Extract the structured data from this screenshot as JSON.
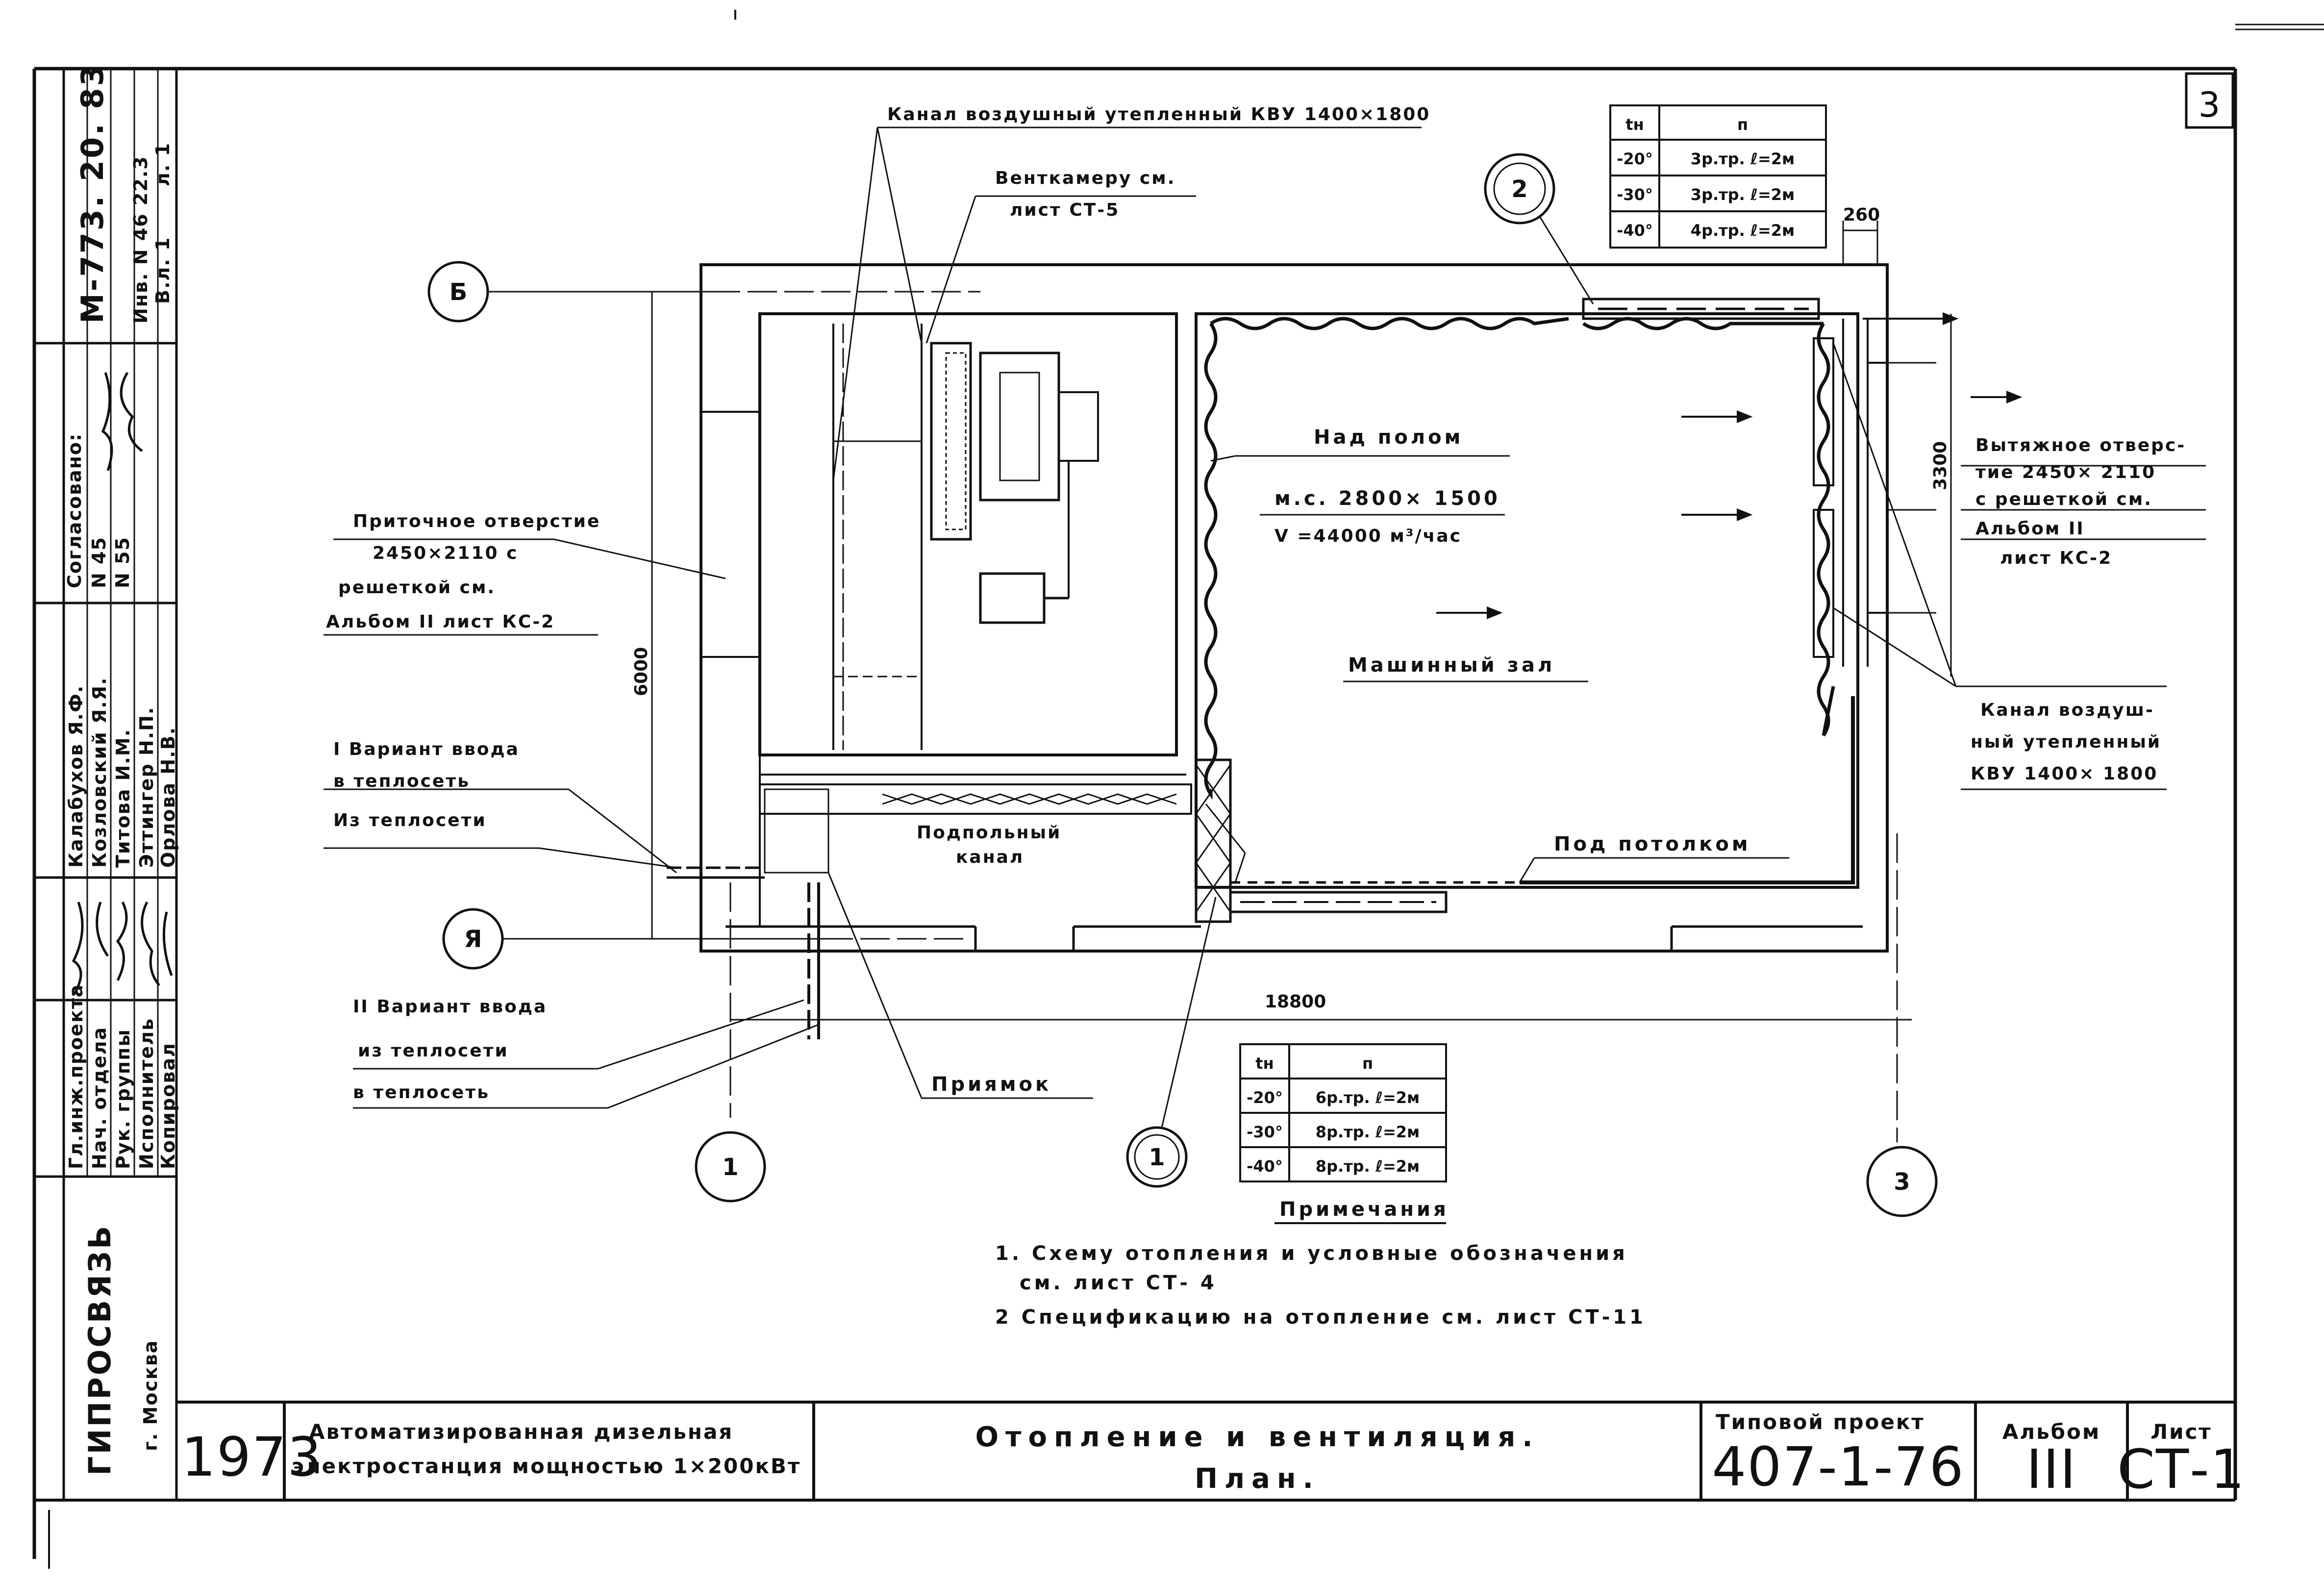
{
  "sheet_number": "3",
  "side_stamp": {
    "code": "М-773. 20. 83",
    "inv": "Инв. N 46 22.3",
    "sheet_ref": "л. 1",
    "vl": "В.л. 1",
    "agreed": "Согласовано:",
    "n45": "N 45",
    "n55": "N 55",
    "roles": [
      "Гл.инж.проекта",
      "Нач. отдела",
      "Рук. группы",
      "Исполнитель",
      "Копировал"
    ],
    "names": [
      "Калабухов Я.Ф.",
      "Козловский Я.Я.",
      "Титова И.М.",
      "Эттингер Н.П.",
      "Орлова Н.В."
    ],
    "org": "ГИПРОСВЯЗЬ",
    "city": "г. Москва"
  },
  "labels": {
    "duct_top": "Канал воздушный утепленный КВУ 1400×1800",
    "ventchamber_1": "Венткамеру см.",
    "ventchamber_2": "лист СТ-5",
    "above_floor": "Над полом",
    "mc": "м.с. 2800× 1500",
    "flow": "V =44000 м³/час",
    "machine_hall": "Машинный зал",
    "supply_1": "Приточное отверстие",
    "supply_2": "2450×2110 с",
    "supply_3": "решеткой см.",
    "supply_4": "Альбом II лист КС-2",
    "exhaust_1": "Вытяжное отверс-",
    "exhaust_2": "тие 2450× 2110",
    "exhaust_3": "с решеткой см.",
    "exhaust_4": "Альбом II",
    "exhaust_5": "лист КС-2",
    "duct_right_1": "Канал воздуш-",
    "duct_right_2": "ный утепленный",
    "duct_right_3": "КВУ 1400× 1800",
    "var1_a": "I Вариант ввода",
    "var1_b": "в теплосеть",
    "var1_c": "Из теплосети",
    "var2_a": "II Вариант ввода",
    "var2_b": "из теплосети",
    "var2_c": "в теплосеть",
    "underfloor_1": "Подпольный",
    "underfloor_2": "канал",
    "under_ceiling": "Под потолком",
    "pit": "Приямок"
  },
  "dimensions": {
    "d6000": "6000",
    "d18800": "18800",
    "d3300": "3300",
    "d260": "260"
  },
  "axes": [
    "Б",
    "Я",
    "1",
    "3"
  ],
  "callouts": [
    "2",
    "1"
  ],
  "table_top": {
    "header": [
      "tн",
      "п"
    ],
    "rows": [
      [
        "-20°",
        "3р.тр. ℓ=2м"
      ],
      [
        "-30°",
        "3р.тр. ℓ=2м"
      ],
      [
        "-40°",
        "4р.тр. ℓ=2м"
      ]
    ]
  },
  "table_bottom": {
    "header": [
      "tн",
      "п"
    ],
    "rows": [
      [
        "-20°",
        "6р.тр. ℓ=2м"
      ],
      [
        "-30°",
        "8р.тр. ℓ=2м"
      ],
      [
        "-40°",
        "8р.тр. ℓ=2м"
      ]
    ]
  },
  "notes": {
    "title": "Примечания",
    "n1a": "1. Схему отопления и условные обозначения",
    "n1b": "см. лист СТ- 4",
    "n2": "2 Спецификацию на отопление см. лист СТ-11"
  },
  "title_block": {
    "year": "1973",
    "desc_1": "Автоматизированная дизельная",
    "desc_2": "электростанция мощностью 1×200кВт",
    "title_1": "Отопление и вентиляция.",
    "title_2": "План.",
    "typical_label": "Типовой проект",
    "project": "407-1-76",
    "album_label": "Альбом",
    "album": "III",
    "sheet_label": "Лист",
    "sheet": "СТ-1"
  }
}
